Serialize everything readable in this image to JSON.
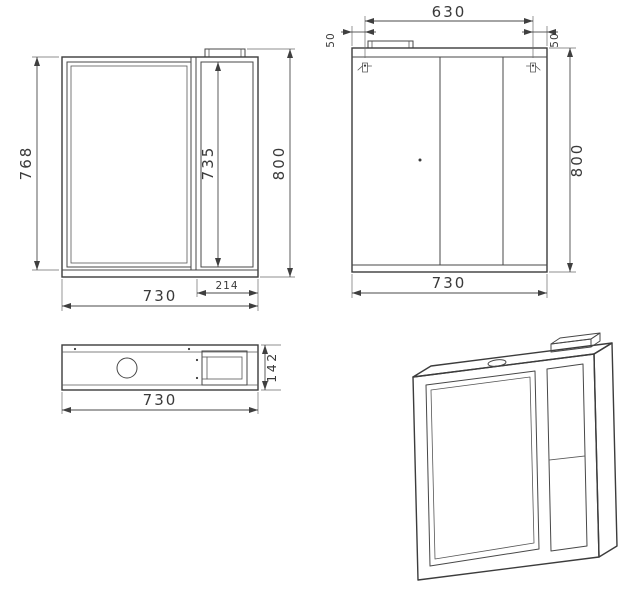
{
  "drawing_type": "cabinet-technical-drawing",
  "colors": {
    "line": "#3c3c3c",
    "dim_text": "#3a3a3a",
    "background": "#ffffff"
  },
  "views": {
    "front": {
      "dims": {
        "body_height": "768",
        "inner_height": "735",
        "overall_height": "800",
        "overall_width": "730",
        "shelf_width": "214"
      }
    },
    "back": {
      "dims": {
        "hanger_span": "630",
        "left_offset": "50",
        "right_offset": "50",
        "overall_height": "800",
        "overall_width": "730"
      }
    },
    "plan": {
      "dims": {
        "overall_width": "730",
        "depth": "142"
      }
    }
  }
}
